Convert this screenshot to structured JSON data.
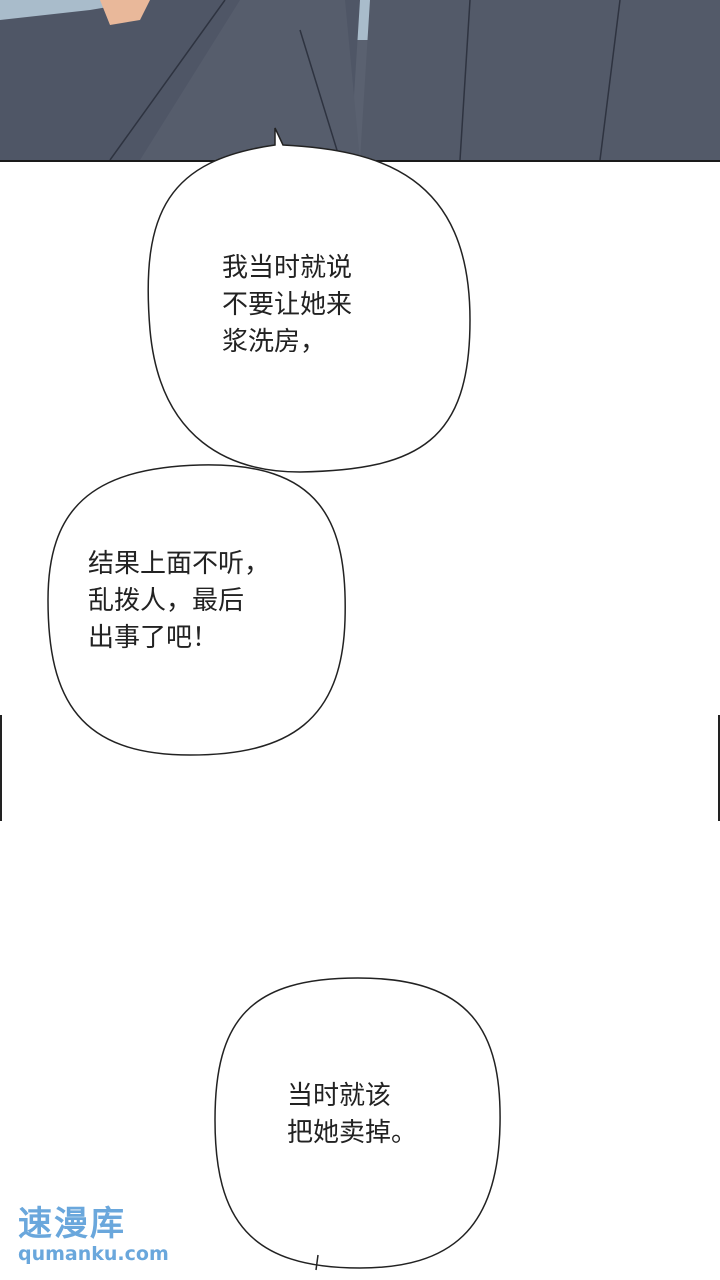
{
  "bubbles": [
    {
      "lines": "我当时就说\n不要让她来\n浆洗房，"
    },
    {
      "lines": "结果上面不听，\n乱拨人，最后\n出事了吧！"
    },
    {
      "lines": "当时就该\n把她卖掉。"
    }
  ],
  "watermark": {
    "name": "速漫库",
    "url": "qumanku.com"
  },
  "colors": {
    "panel": "#5a6170",
    "watermark": "#6aa7dc"
  }
}
